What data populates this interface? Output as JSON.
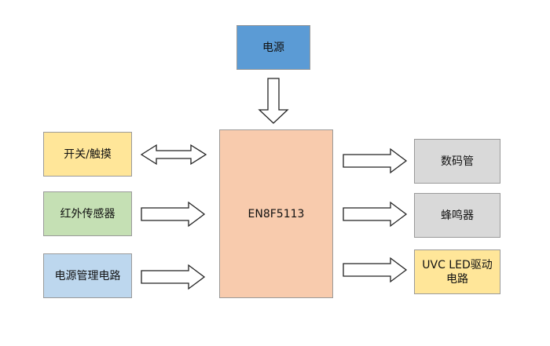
{
  "colors": {
    "power": "#5b9bd5",
    "switch": "#ffe699",
    "ir": "#c5e0b4",
    "power_mgmt": "#bdd7ee",
    "mcu": "#f8cbad",
    "display": "#d9d9d9",
    "buzzer": "#d9d9d9",
    "uvc": "#ffe699",
    "arrow_stroke": "#222222",
    "arrow_fill": "#ffffff"
  },
  "nodes": {
    "power": "电源",
    "switch": "开关/触摸",
    "ir": "红外传感器",
    "power_mgmt": "电源管理电路",
    "mcu": "EN8F5113",
    "display": "数码管",
    "buzzer": "蜂鸣器",
    "uvc": "UVC LED驱动电路"
  },
  "edges": [
    {
      "from": "power",
      "to": "mcu",
      "type": "single"
    },
    {
      "from": "switch",
      "to": "mcu",
      "type": "double"
    },
    {
      "from": "ir",
      "to": "mcu",
      "type": "single"
    },
    {
      "from": "power_mgmt",
      "to": "mcu",
      "type": "single"
    },
    {
      "from": "mcu",
      "to": "display",
      "type": "single"
    },
    {
      "from": "mcu",
      "to": "buzzer",
      "type": "single"
    },
    {
      "from": "mcu",
      "to": "uvc",
      "type": "single"
    }
  ]
}
